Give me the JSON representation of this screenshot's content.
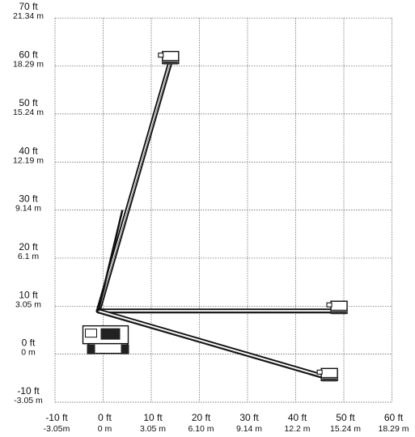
{
  "chart_data": {
    "type": "diagram",
    "x_ticks": [
      {
        "ft": "-10 ft",
        "m": "-3.05m"
      },
      {
        "ft": "0 ft",
        "m": "0 m"
      },
      {
        "ft": "10 ft",
        "m": "3.05 m"
      },
      {
        "ft": "20 ft",
        "m": "6.10 m"
      },
      {
        "ft": "30 ft",
        "m": "9.14 m"
      },
      {
        "ft": "40 ft",
        "m": "12.2 m"
      },
      {
        "ft": "50 ft",
        "m": "15.24 m"
      },
      {
        "ft": "60 ft",
        "m": "18.29 m"
      }
    ],
    "y_ticks": [
      {
        "ft": "70 ft",
        "m": "21.34 m"
      },
      {
        "ft": "60 ft",
        "m": "18.29 m"
      },
      {
        "ft": "50 ft",
        "m": "15.24 m"
      },
      {
        "ft": "40 ft",
        "m": "12.19 m"
      },
      {
        "ft": "30 ft",
        "m": "9.14 m"
      },
      {
        "ft": "20 ft",
        "m": "6.1 m"
      },
      {
        "ft": "10 ft",
        "m": "3.05 m"
      },
      {
        "ft": "0 ft",
        "m": "0 m"
      },
      {
        "ft": "-10 ft",
        "m": "-3.05 m"
      }
    ],
    "x_range_ft": [
      -10,
      60
    ],
    "y_range_ft": [
      -10,
      70
    ],
    "grid": true,
    "boom_positions": [
      {
        "pivot": [
          -1,
          9
        ],
        "tip": [
          14,
          61
        ]
      },
      {
        "pivot": [
          -1,
          9
        ],
        "tip": [
          49,
          9
        ]
      },
      {
        "pivot": [
          -1,
          9
        ],
        "tip": [
          47,
          -5
        ]
      }
    ]
  }
}
